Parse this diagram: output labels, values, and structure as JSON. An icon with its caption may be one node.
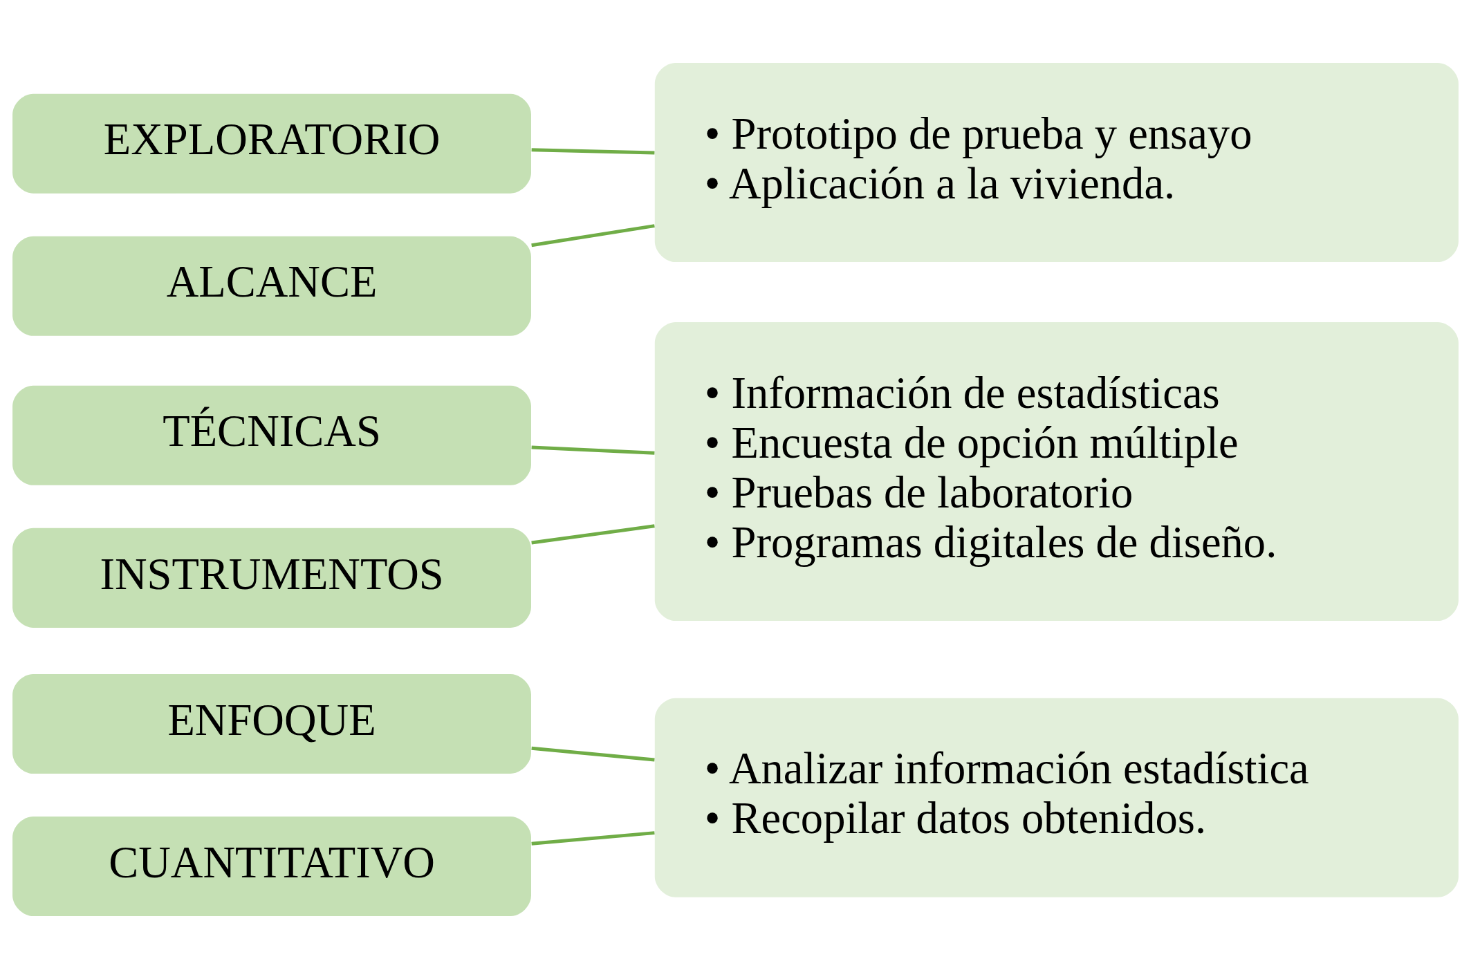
{
  "diagram": {
    "nodes": [
      {
        "text": [
          "ENFOQUE"
        ]
      },
      {
        "text": [
          "CUANTITATIVO"
        ]
      },
      {
        "text": [
          "• Analizar información estadística",
          "• Recopilar datos obtenidos."
        ]
      },
      {
        "text": [
          "TÉCNICAS"
        ]
      },
      {
        "text": [
          "INSTRUMENTOS"
        ]
      },
      {
        "text": [
          "• Información de estadísticas",
          "• Encuesta de opción múltiple",
          "• Pruebas de laboratorio",
          "• Programas digitales de diseño."
        ]
      },
      {
        "text": [
          "EXPLORATORIO"
        ]
      },
      {
        "text": [
          "ALCANCE"
        ]
      },
      {
        "text": [
          "• Prototipo de prueba y ensayo",
          "• Aplicación a la vivienda."
        ]
      }
    ],
    "edges": [
      {
        "from": 0,
        "to": 2,
        "arrow": "none"
      },
      {
        "from": 1,
        "to": 2,
        "arrow": "none"
      },
      {
        "from": 3,
        "to": 5,
        "arrow": "none"
      },
      {
        "from": 4,
        "to": 5,
        "arrow": "none"
      },
      {
        "from": 6,
        "to": 8,
        "arrow": "none"
      },
      {
        "from": 7,
        "to": 8,
        "arrow": "none"
      }
    ]
  }
}
